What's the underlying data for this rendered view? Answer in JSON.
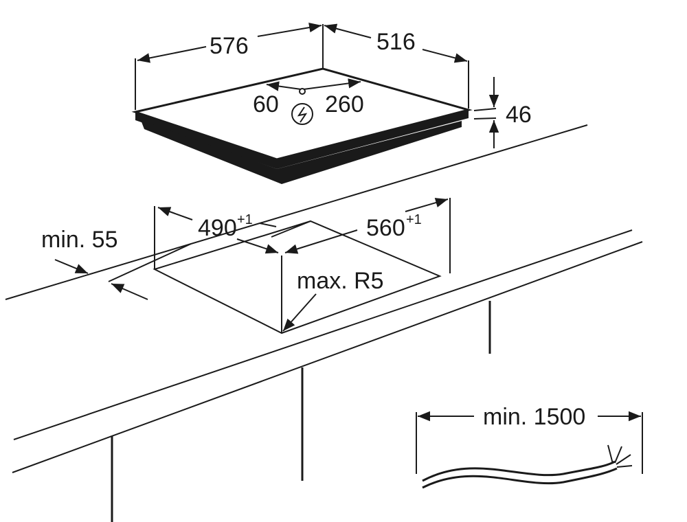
{
  "hob": {
    "width": "576",
    "depth": "516",
    "height": "46",
    "conn_offset": "60",
    "conn_depth": "260"
  },
  "cutout": {
    "width": "490",
    "width_tol": "+1",
    "depth": "560",
    "depth_tol": "+1",
    "min_edge": "min. 55",
    "radius": "max. R5"
  },
  "cable": {
    "length": "min. 1500"
  },
  "colors": {
    "line": "#1a1a1a",
    "background": "#ffffff"
  }
}
